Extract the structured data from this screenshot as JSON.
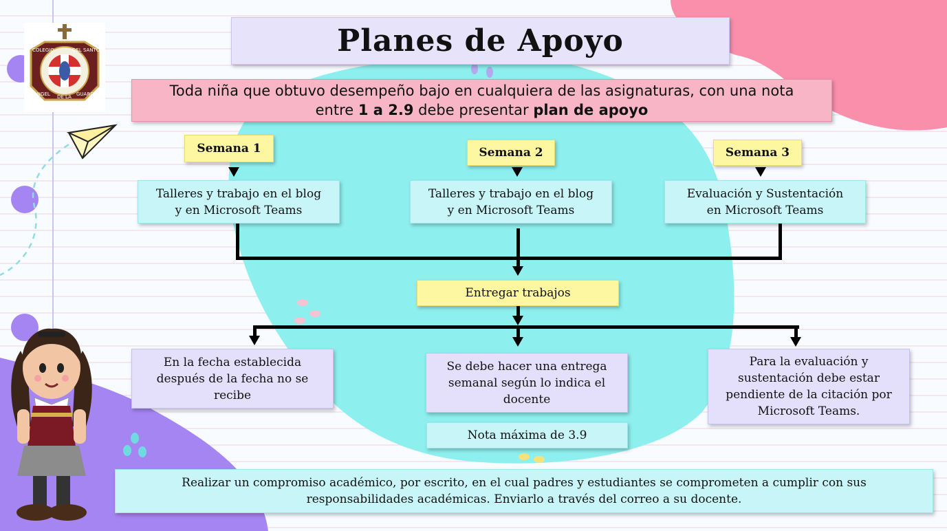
{
  "title": "Planes de Apoyo",
  "intro": {
    "part1": "Toda niña que obtuvo desempeño bajo en cualquiera de las asignaturas, con una nota",
    "part2": "entre ",
    "range": "1 a 2.9",
    "part3": " debe presentar ",
    "emphasis": "plan de apoyo"
  },
  "weeks": [
    {
      "label": "Semana 1",
      "activity_line1": "Talleres y trabajo en el blog",
      "activity_line2": "y en Microsoft Teams"
    },
    {
      "label": "Semana 2",
      "activity_line1": "Talleres y trabajo en el blog",
      "activity_line2": "y en Microsoft Teams"
    },
    {
      "label": "Semana 3",
      "activity_line1": "Evaluación y Sustentación",
      "activity_line2": "en Microsoft Teams"
    }
  ],
  "deliver": "Entregar trabajos",
  "outcomes": {
    "left": {
      "line1": "En la fecha establecida",
      "line2": "después de la fecha no se",
      "line3": "recibe"
    },
    "center": {
      "line1": "Se debe hacer una entrega",
      "line2": "semanal según lo indica el",
      "line3": "docente"
    },
    "right": {
      "line1": "Para la evaluación y",
      "line2": "sustentación debe estar",
      "line3": "pendiente de la citación por",
      "line4": "Microsoft Teams."
    }
  },
  "max_grade": "Nota máxima de 3.9",
  "commitment": {
    "line1": "Realizar un compromiso académico, por escrito, en el cual padres y estudiantes se comprometen a cumplir con sus",
    "line2": "responsabilidades académicas. Enviarlo a través del correo a su docente."
  },
  "logo": {
    "ring_top_left": "COLEGIO",
    "ring_top_right": "DEL SANTO",
    "ring_bottom_left": "ANGEL",
    "ring_bottom_mid": "DE LA",
    "ring_bottom_right": "GUARDA"
  },
  "colors": {
    "title_bg": "#e6e3fb",
    "intro_bg": "#f7b5c6",
    "week_bg": "#fdf7a2",
    "activity_bg": "#c8f5f8",
    "outcome_bg": "#e4e0fb",
    "blob_cyan": "#8ef0ee",
    "blob_pink": "#f98fab",
    "blob_purple": "#a585f2"
  }
}
